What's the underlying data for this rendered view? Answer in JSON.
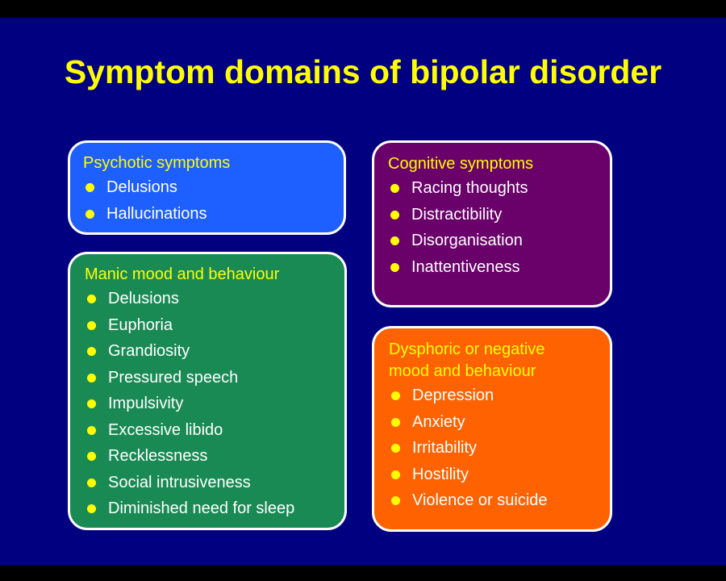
{
  "title": "Symptom domains of bipolar disorder",
  "colors": {
    "background": "#000080",
    "title": "#FFFF00",
    "bullet": "#FFFF00",
    "psychotic_box": "#1E5FFF",
    "manic_box": "#1A8A55",
    "cognitive_box": "#6A006A",
    "dysphoric_box": "#FF6200"
  },
  "boxes": {
    "psychotic": {
      "heading": "Psychotic symptoms",
      "items": [
        "Delusions",
        "Hallucinations"
      ]
    },
    "manic": {
      "heading": "Manic mood and behaviour",
      "items": [
        "Delusions",
        "Euphoria",
        "Grandiosity",
        "Pressured speech",
        "Impulsivity",
        "Excessive libido",
        "Recklessness",
        "Social intrusiveness",
        "Diminished need for sleep"
      ]
    },
    "cognitive": {
      "heading": "Cognitive symptoms",
      "items": [
        "Racing thoughts",
        "Distractibility",
        "Disorganisation",
        "Inattentiveness"
      ]
    },
    "dysphoric": {
      "heading_line1": "Dysphoric or negative",
      "heading_line2": "mood and behaviour",
      "items": [
        "Depression",
        "Anxiety",
        "Irritability",
        "Hostility",
        "Violence or suicide"
      ]
    }
  }
}
